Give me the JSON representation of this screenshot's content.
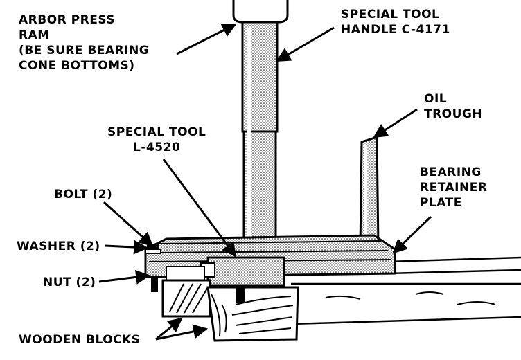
{
  "figure": {
    "title": "Bearing installation with arbor press",
    "ink_color": "#000000",
    "paper_color": "#ffffff"
  },
  "labels": {
    "arbor_press_ram": [
      "ARBOR PRESS",
      "RAM",
      "(BE SURE BEARING",
      "CONE BOTTOMS)"
    ],
    "special_tool_handle": [
      "SPECIAL TOOL",
      "HANDLE C-4171"
    ],
    "oil_trough": [
      "OIL",
      "TROUGH"
    ],
    "special_tool_l4520": [
      "SPECIAL TOOL",
      "L-4520"
    ],
    "bearing_retainer_plate": [
      "BEARING",
      "RETAINER",
      "PLATE"
    ],
    "bolt": [
      "BOLT (2)"
    ],
    "washer": [
      "WASHER (2)"
    ],
    "nut": [
      "NUT (2)"
    ],
    "wooden_blocks": [
      "WOODEN BLOCKS"
    ]
  }
}
